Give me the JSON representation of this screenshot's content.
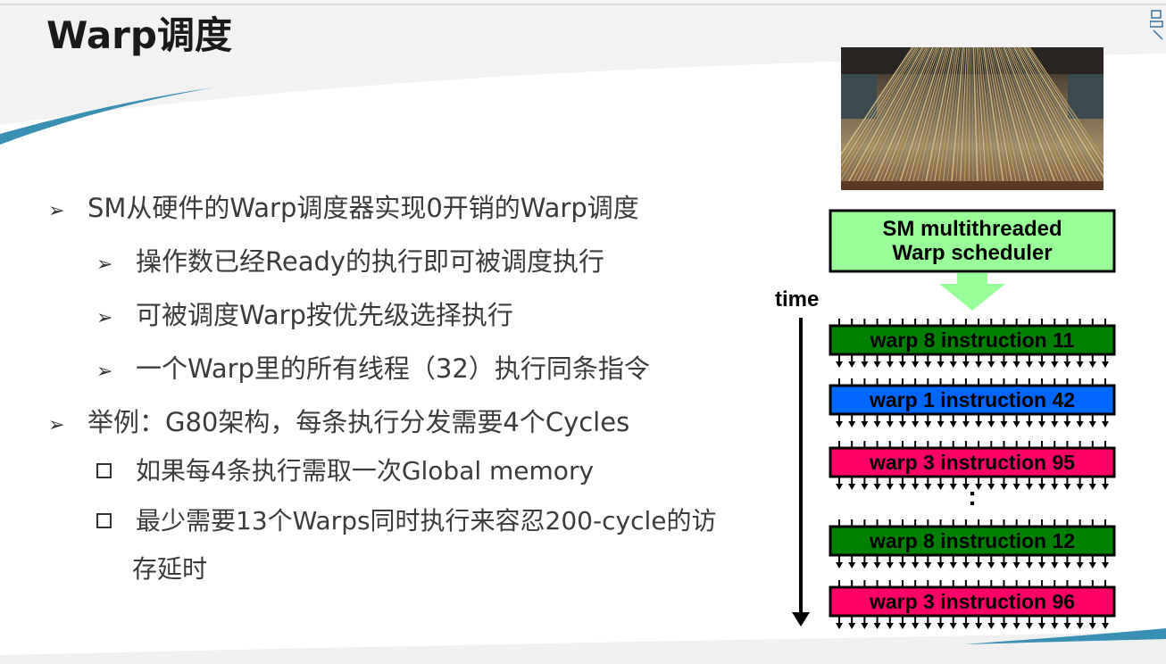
{
  "title": "Warp调度",
  "bullets": [
    {
      "level": 1,
      "marker": "➢",
      "text": "SM从硬件的Warp调度器实现0开销的Warp调度"
    },
    {
      "level": 2,
      "marker": "➢",
      "text": "操作数已经Ready的执行即可被调度执行"
    },
    {
      "level": 2,
      "marker": "➢",
      "text": "可被调度Warp按优先级选择执行"
    },
    {
      "level": 2,
      "marker": "➢",
      "text": "一个Warp里的所有线程（32）执行同条指令"
    },
    {
      "level": 1,
      "marker": "➢",
      "text": "举例：G80架构，每条执行分发需要4个Cycles"
    },
    {
      "level": 2,
      "marker": "square",
      "text": "如果每4条执行需取一次Global memory"
    },
    {
      "level": 2,
      "marker": "square",
      "text": "最少需要13个Warps同时执行来容忍200-cycle的访"
    },
    {
      "level": 3,
      "marker": "",
      "text": "存延时"
    }
  ],
  "diagram": {
    "scheduler_line1": "SM multithreaded",
    "scheduler_line2": "Warp scheduler",
    "time_label": "time",
    "ellipsis": ":",
    "instructions": [
      {
        "label": "warp 8 instruction 11",
        "color": "#008000"
      },
      {
        "label": "warp 1 instruction 42",
        "color": "#0066ff"
      },
      {
        "label": "warp 3 instruction 95",
        "color": "#ff0066"
      },
      {
        "label": "warp 8 instruction 12",
        "color": "#008000"
      },
      {
        "label": "warp 3 instruction 96",
        "color": "#ff0066"
      }
    ],
    "scheduler_color": "#99ff99"
  },
  "theme": {
    "accent": "#3a8fb5",
    "band": "#efefef"
  }
}
